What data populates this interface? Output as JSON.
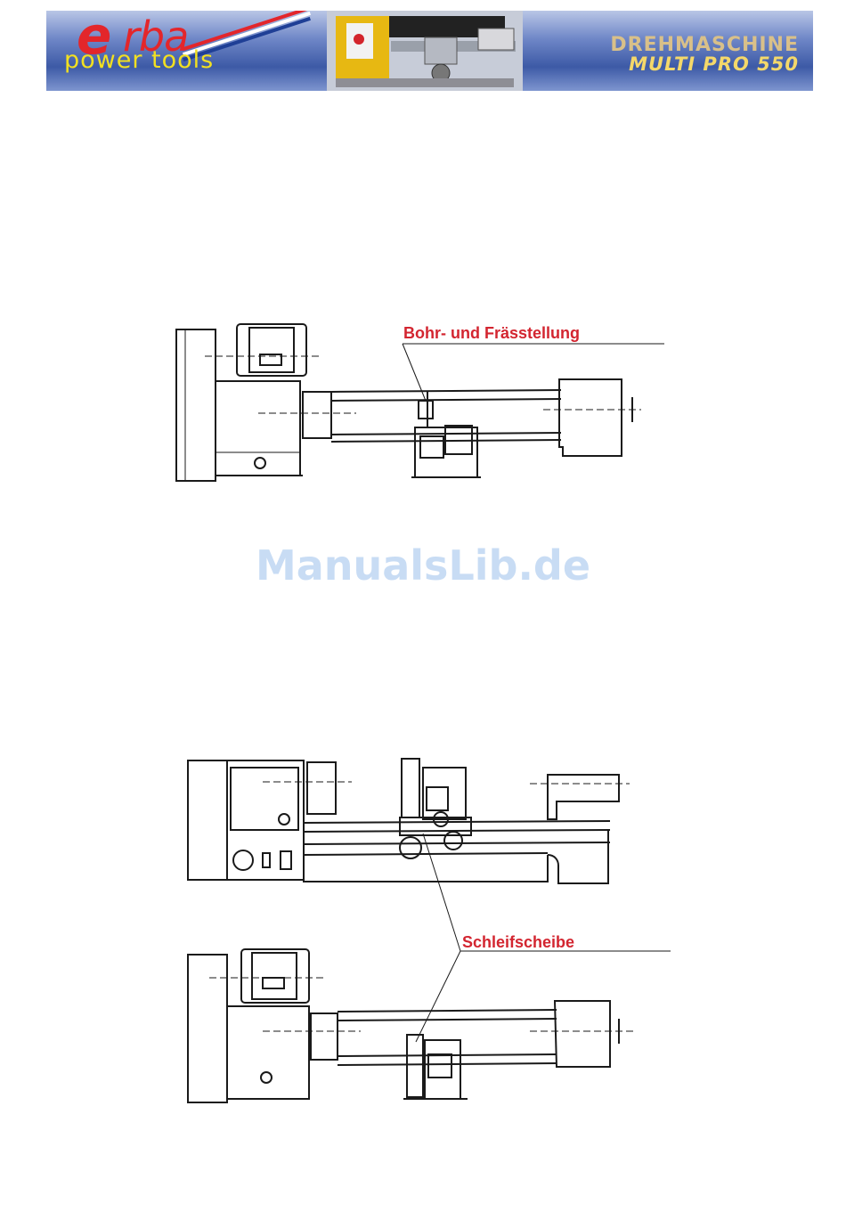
{
  "banner": {
    "logo_e": "e",
    "logo_rba": "rba",
    "logo_sub": "power tools",
    "title_line1": "DREHMASCHINE",
    "title_line2": "MULTI PRO 550"
  },
  "figure1": {
    "label": "Bohr- und Frässtellung"
  },
  "figure2": {
    "label": "Schleifscheibe"
  },
  "watermark": "ManualsLib.de"
}
